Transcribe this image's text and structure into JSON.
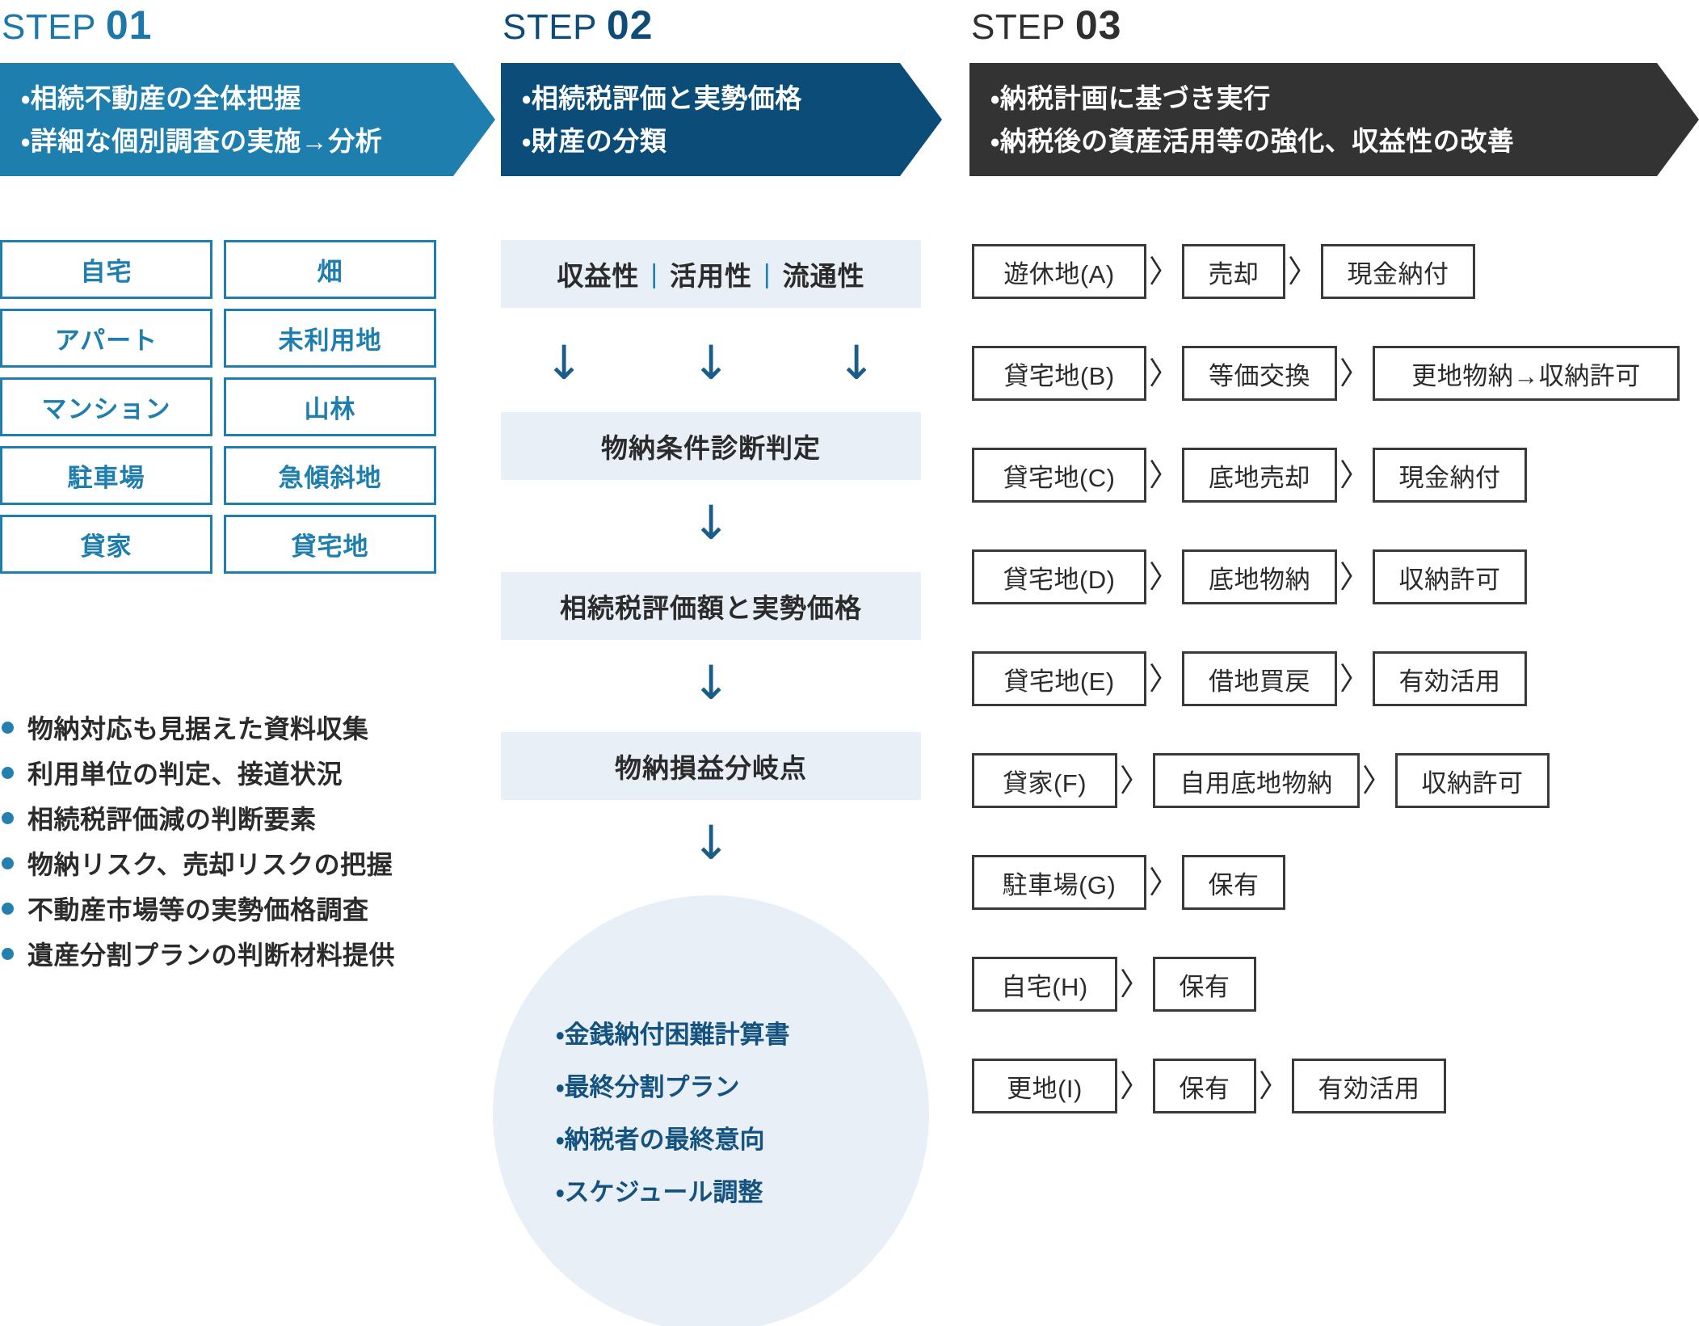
{
  "steps": [
    {
      "label": "STEP",
      "number": "01",
      "banner_lines": [
        "・相続不動産の全体把握",
        "・詳細な個別調査の実施→分析"
      ],
      "banner_color": "#1e7eae",
      "title_color": "#1b78a8"
    },
    {
      "label": "STEP",
      "number": "02",
      "banner_lines": [
        "・相続税評価と実勢価格",
        "・財産の分類"
      ],
      "banner_color": "#0b4c79",
      "title_color": "#0d4c79"
    },
    {
      "label": "STEP",
      "number": "03",
      "banner_lines": [
        "・納税計画に基づき実行",
        "・納税後の資産活用等の強化、収益性の改善"
      ],
      "banner_color": "#333333",
      "title_color": "#2f2f2f"
    }
  ],
  "step1": {
    "asset_cells": [
      "自宅",
      "畑",
      "アパート",
      "未利用地",
      "マンション",
      "山林",
      "駐車場",
      "急傾斜地",
      "貸家",
      "貸宅地"
    ],
    "notes": [
      "物納対応も見据えた資料収集",
      "利用単位の判定、接道状況",
      "相続税評価減の判断要素",
      "物納リスク、売却リスクの把握",
      "不動産市場等の実勢価格調査",
      "遺産分割プランの判断材料提供"
    ],
    "note_dot_color": "#2480ad",
    "cell_border_color": "#1e7eae"
  },
  "step2": {
    "criteria": [
      "収益性",
      "活用性",
      "流通性"
    ],
    "criteria_separator": "|",
    "flow_boxes": [
      "物納条件診断判定",
      "相続税評価額と実勢価格",
      "物納損益分岐点"
    ],
    "arrow_glyph": "↓",
    "arrow_color": "#1b5d8a",
    "circle_items": [
      "・金銭納付困難計算書",
      "・最終分割プラン",
      "・納税者の最終意向",
      "・スケジュール調整"
    ],
    "circle_bg": "#e8eff7",
    "circle_text_color": "#14537f"
  },
  "step3": {
    "chevron_glyph": "〉",
    "rows": [
      {
        "nodes": [
          "遊休地(A)",
          "売却",
          "現金納付"
        ]
      },
      {
        "nodes": [
          "貸宅地(B)",
          "等価交換",
          "更地物納→収納許可"
        ]
      },
      {
        "nodes": [
          "貸宅地(C)",
          "底地売却",
          "現金納付"
        ]
      },
      {
        "nodes": [
          "貸宅地(D)",
          "底地物納",
          "収納許可"
        ]
      },
      {
        "nodes": [
          "貸宅地(E)",
          "借地買戻",
          "有効活用"
        ]
      },
      {
        "nodes": [
          "貸家(F)",
          "自用底地物納",
          "収納許可"
        ]
      },
      {
        "nodes": [
          "駐車場(G)",
          "保有"
        ]
      },
      {
        "nodes": [
          "自宅(H)",
          "保有"
        ]
      },
      {
        "nodes": [
          "更地(I)",
          "保有",
          "有効活用"
        ]
      }
    ],
    "node_border_color": "#3a3a3a"
  }
}
